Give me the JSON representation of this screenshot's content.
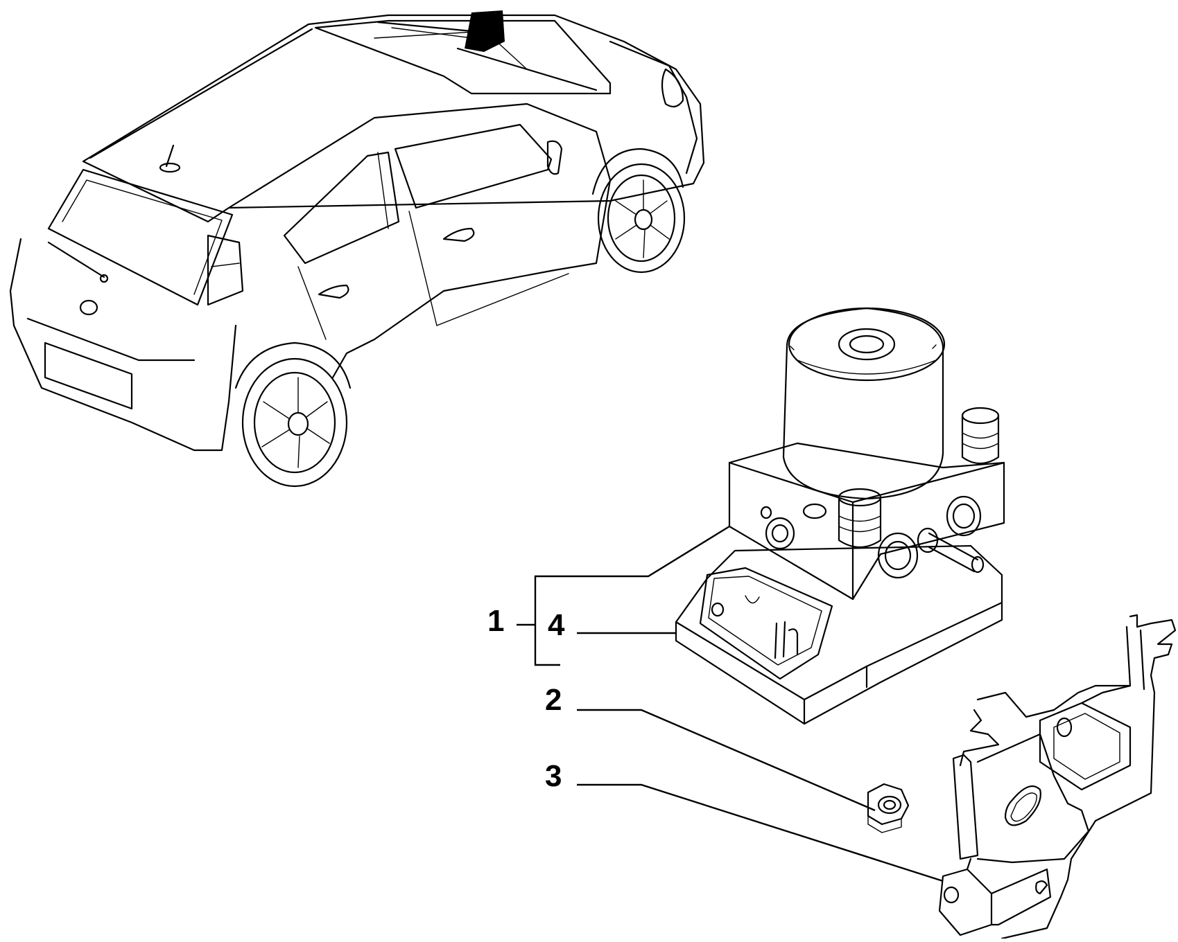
{
  "callouts": [
    {
      "id": "1",
      "label": "1"
    },
    {
      "id": "2",
      "label": "2"
    },
    {
      "id": "3",
      "label": "3"
    },
    {
      "id": "4",
      "label": "4"
    }
  ],
  "figures": [
    {
      "name": "car-overview",
      "icon": "hatchback-car-icon"
    },
    {
      "name": "abs-unit",
      "icon": "abs-hydraulic-unit-icon"
    },
    {
      "name": "hex-nut",
      "icon": "hex-nut-icon"
    },
    {
      "name": "mounting-bracket",
      "icon": "bracket-icon"
    }
  ],
  "colors": {
    "line": "#000000",
    "background": "#ffffff"
  }
}
